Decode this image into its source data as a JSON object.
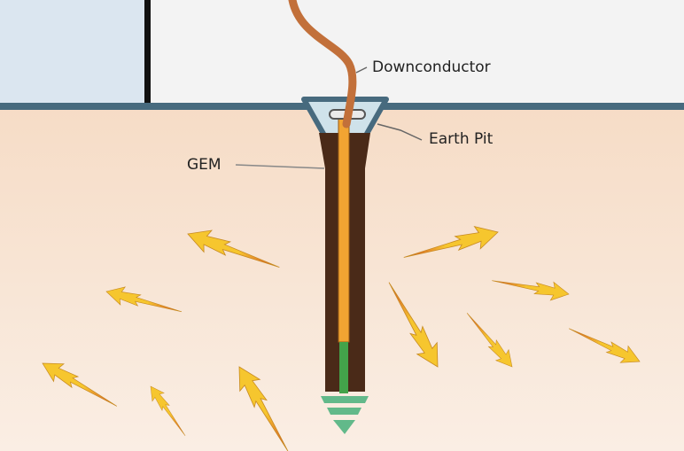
{
  "labels": {
    "downconductor": "Downconductor",
    "earth_pit": "Earth Pit",
    "gem": "GEM"
  },
  "colors": {
    "sky": "#dbe6f0",
    "soil_top": "#f6dcc6",
    "soil_bottom": "#faeee4",
    "ground_line": "#476a7e",
    "building_wall": "#f3f3f3",
    "cable": "#c2703a",
    "gem_fill": "#4a2a18",
    "rod": "#f2a432",
    "rod_bottom": "#43a34a",
    "earth_symbol": "#62b98a",
    "pit": "#cfe2ea",
    "arrow_yellow": "#f6c62e",
    "arrow_red": "#d6442a"
  },
  "icons": {
    "energy_arrow": "lightning-zigzag-arrow-icon",
    "earth_symbol": "ground-symbol-icon"
  }
}
